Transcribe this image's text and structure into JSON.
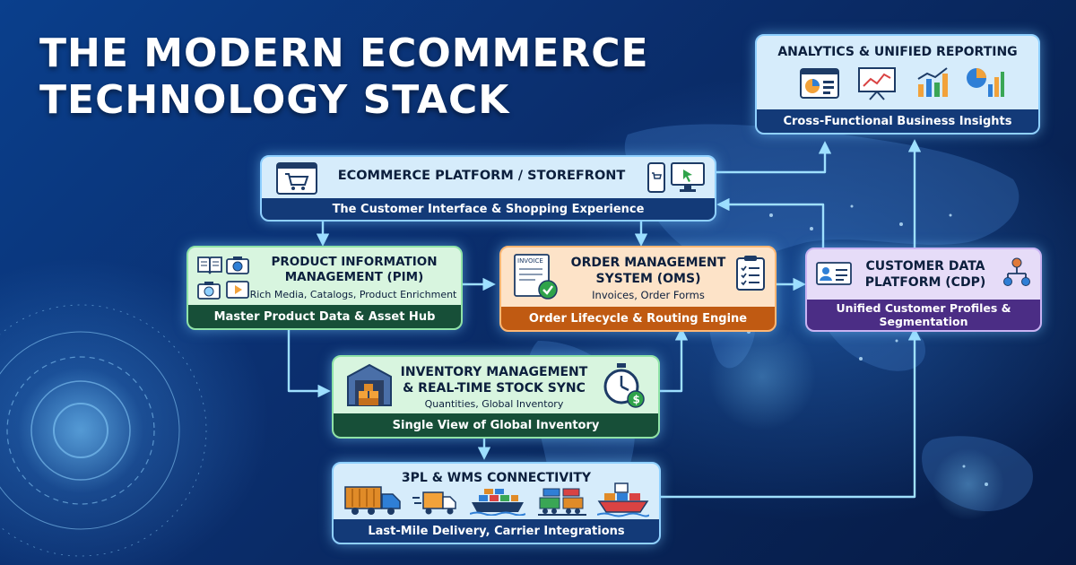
{
  "title": {
    "line1": "THE MODERN ECOMMERCE",
    "line2": "TECHNOLOGY STACK"
  },
  "colors": {
    "blue_panel": "#d6ecfb",
    "green_panel": "#d8f5df",
    "orange_panel": "#fde3c8",
    "purple_panel": "#e6dcf8",
    "arrow": "#8fd6ff"
  },
  "nodes": {
    "analytics": {
      "title": "ANALYTICS & UNIFIED REPORTING",
      "footer": "Cross-Functional Business Insights",
      "icons": [
        "pie-dashboard-icon",
        "presentation-board-icon",
        "bar-trend-icon",
        "pie-bar-icon"
      ]
    },
    "storefront": {
      "title": "ECOMMERCE PLATFORM / STOREFRONT",
      "footer": "The Customer Interface & Shopping Experience",
      "icons": [
        "shopping-cart-icon",
        "mobile-phone-icon",
        "desktop-monitor-icon"
      ]
    },
    "pim": {
      "title_line1": "PRODUCT INFORMATION",
      "title_line2": "MANAGEMENT (PIM)",
      "subtitle": "Rich Media, Catalogs, Product Enrichment",
      "footer": "Master Product Data & Asset Hub",
      "icons": [
        "catalog-book-icon",
        "camera-icon",
        "photo-camera-icon",
        "video-play-icon"
      ]
    },
    "oms": {
      "title_line1": "ORDER MANAGEMENT",
      "title_line2": "SYSTEM (OMS)",
      "subtitle": "Invoices, Order Forms",
      "invoice_label": "INVOICE",
      "footer": "Order Lifecycle & Routing Engine",
      "icons": [
        "invoice-check-icon",
        "clipboard-checklist-icon"
      ]
    },
    "cdp": {
      "title_line1": "CUSTOMER DATA",
      "title_line2": "PLATFORM (CDP)",
      "footer_line1": "Unified Customer Profiles &",
      "footer_line2": "Segmentation",
      "icons": [
        "profile-card-icon",
        "user-network-icon"
      ]
    },
    "inventory": {
      "title_line1": "INVENTORY MANAGEMENT",
      "title_line2": "& REAL-TIME STOCK SYNC",
      "subtitle": "Quantities, Global Inventory",
      "footer": "Single View of Global Inventory",
      "icons": [
        "warehouse-icon",
        "stopwatch-dollar-icon"
      ]
    },
    "logistics": {
      "title": "3PL & WMS CONNECTIVITY",
      "footer": "Last-Mile Delivery, Carrier Integrations",
      "icons": [
        "container-truck-icon",
        "delivery-truck-icon",
        "cargo-ship-icon",
        "freight-train-icon",
        "container-ship-icon"
      ]
    }
  },
  "connections": [
    {
      "from": "storefront",
      "to": "analytics"
    },
    {
      "from": "storefront",
      "to": "pim"
    },
    {
      "from": "storefront",
      "to": "oms"
    },
    {
      "from": "cdp",
      "to": "storefront"
    },
    {
      "from": "cdp",
      "to": "analytics"
    },
    {
      "from": "pim",
      "to": "oms"
    },
    {
      "from": "oms",
      "to": "cdp"
    },
    {
      "from": "pim",
      "to": "inventory"
    },
    {
      "from": "inventory",
      "to": "oms"
    },
    {
      "from": "inventory",
      "to": "logistics"
    },
    {
      "from": "logistics",
      "to": "cdp"
    }
  ]
}
